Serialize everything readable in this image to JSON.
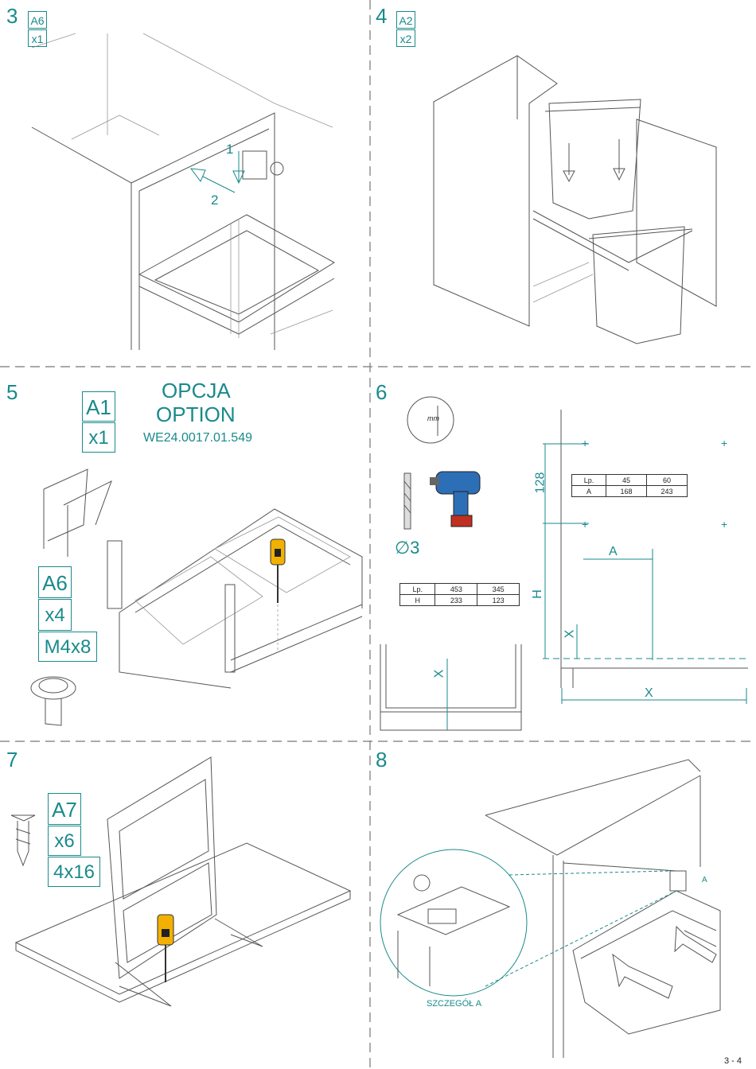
{
  "page_number": "3 - 4",
  "steps": [
    {
      "num": "3",
      "part": "A6",
      "qty": "x1",
      "arrow1": "1",
      "arrow2": "2"
    },
    {
      "num": "4",
      "part": "A2",
      "qty": "x2"
    },
    {
      "num": "5",
      "part": "A1",
      "qty": "x1",
      "option_pl": "OPCJA",
      "option_en": "OPTION",
      "option_code": "WE24.0017.01.549",
      "part2": "A6",
      "qty2": "x4",
      "screw2": "M4x8"
    },
    {
      "num": "6",
      "unit": "mm",
      "drill": "∅3",
      "table_a": {
        "headers": [
          "Lp.",
          "45",
          "60"
        ],
        "row": [
          "A",
          "168",
          "243"
        ]
      },
      "table_h": {
        "headers": [
          "Lp.",
          "453",
          "345"
        ],
        "row": [
          "H",
          "233",
          "123"
        ]
      },
      "dim_128": "128",
      "dim_a": "A",
      "dim_h": "H",
      "dim_x": "X"
    },
    {
      "num": "7",
      "part": "A7",
      "qty": "x6",
      "screw": "4x16"
    },
    {
      "num": "8",
      "detail_label": "SZCZEGÓŁ A",
      "detail_marker": "A"
    }
  ],
  "colors": {
    "accent": "#1a8a8c",
    "line": "#555555"
  }
}
